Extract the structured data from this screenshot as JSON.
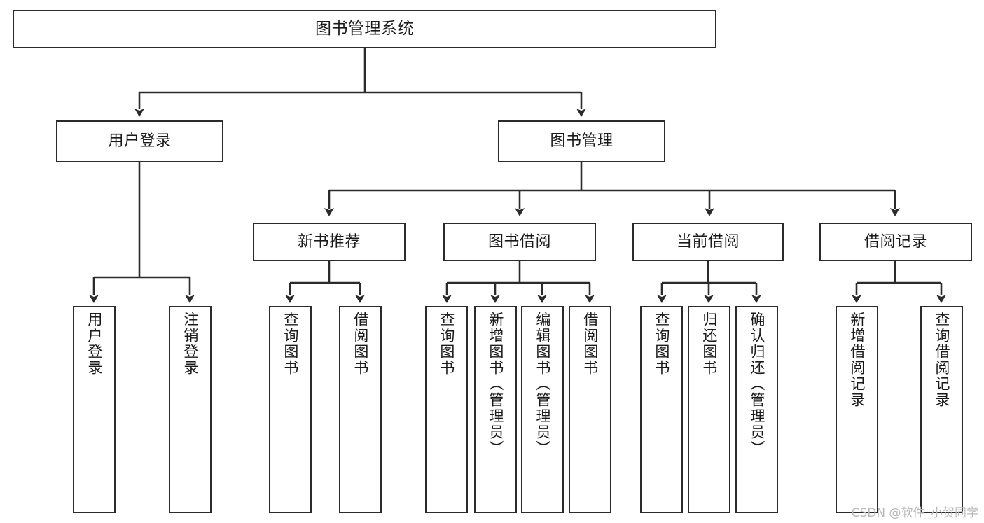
{
  "diagram": {
    "title": "图书管理系统",
    "type": "tree",
    "watermark": "CSDN @软件_小贺同学",
    "colors": {
      "background": "#ffffff",
      "box_border": "#2b2b2b",
      "box_fill": "#ffffff",
      "edge": "#2b2b2b",
      "text": "#1a1a1a",
      "watermark": "#b9b9b9"
    },
    "nodes": {
      "root": {
        "label": "图书管理系统"
      },
      "level1": [
        {
          "label": "用户登录"
        },
        {
          "label": "图书管理"
        }
      ],
      "level2": [
        {
          "label": "新书推荐"
        },
        {
          "label": "图书借阅"
        },
        {
          "label": "当前借阅"
        },
        {
          "label": "借阅记录"
        }
      ],
      "leaves_user_login": [
        {
          "label": "用户登录"
        },
        {
          "label": "注销登录"
        }
      ],
      "leaves_new_book": [
        {
          "label": "查询图书"
        },
        {
          "label": "借阅图书"
        }
      ],
      "leaves_borrow": [
        {
          "label": "查询图书"
        },
        {
          "label": "新增图书（管理员）"
        },
        {
          "label": "编辑图书（管理员）"
        },
        {
          "label": "借阅图书"
        }
      ],
      "leaves_current": [
        {
          "label": "查询图书"
        },
        {
          "label": "归还图书"
        },
        {
          "label": "确认归还（管理员）"
        }
      ],
      "leaves_records": [
        {
          "label": "新增借阅记录"
        },
        {
          "label": "查询借阅记录"
        }
      ]
    }
  }
}
